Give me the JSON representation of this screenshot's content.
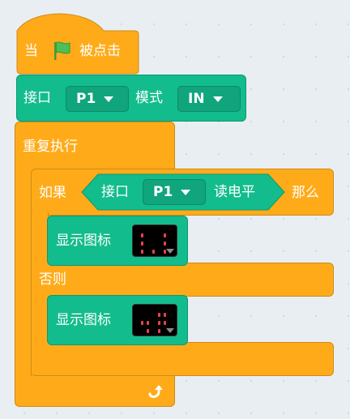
{
  "hat": {
    "prefix": "当",
    "flag_icon": "green-flag-icon",
    "suffix": "被点击"
  },
  "pin_mode": {
    "label_pin": "接口",
    "pin_value": "P1",
    "label_mode": "模式",
    "mode_value": "IN"
  },
  "forever": {
    "label": "重复执行",
    "repeat_icon": "repeat-arrow-icon"
  },
  "if_else": {
    "if_label": "如果",
    "then_label": "那么",
    "else_label": "否则",
    "condition": {
      "label_pin": "接口",
      "pin_value": "P1",
      "label_read": "读电平"
    }
  },
  "show_icon_1": {
    "label": "显示图标"
  },
  "show_icon_2": {
    "label": "显示图标"
  },
  "colors": {
    "control": "#ffab19",
    "extension": "#13bc8d",
    "led_on": "#e8424b"
  }
}
